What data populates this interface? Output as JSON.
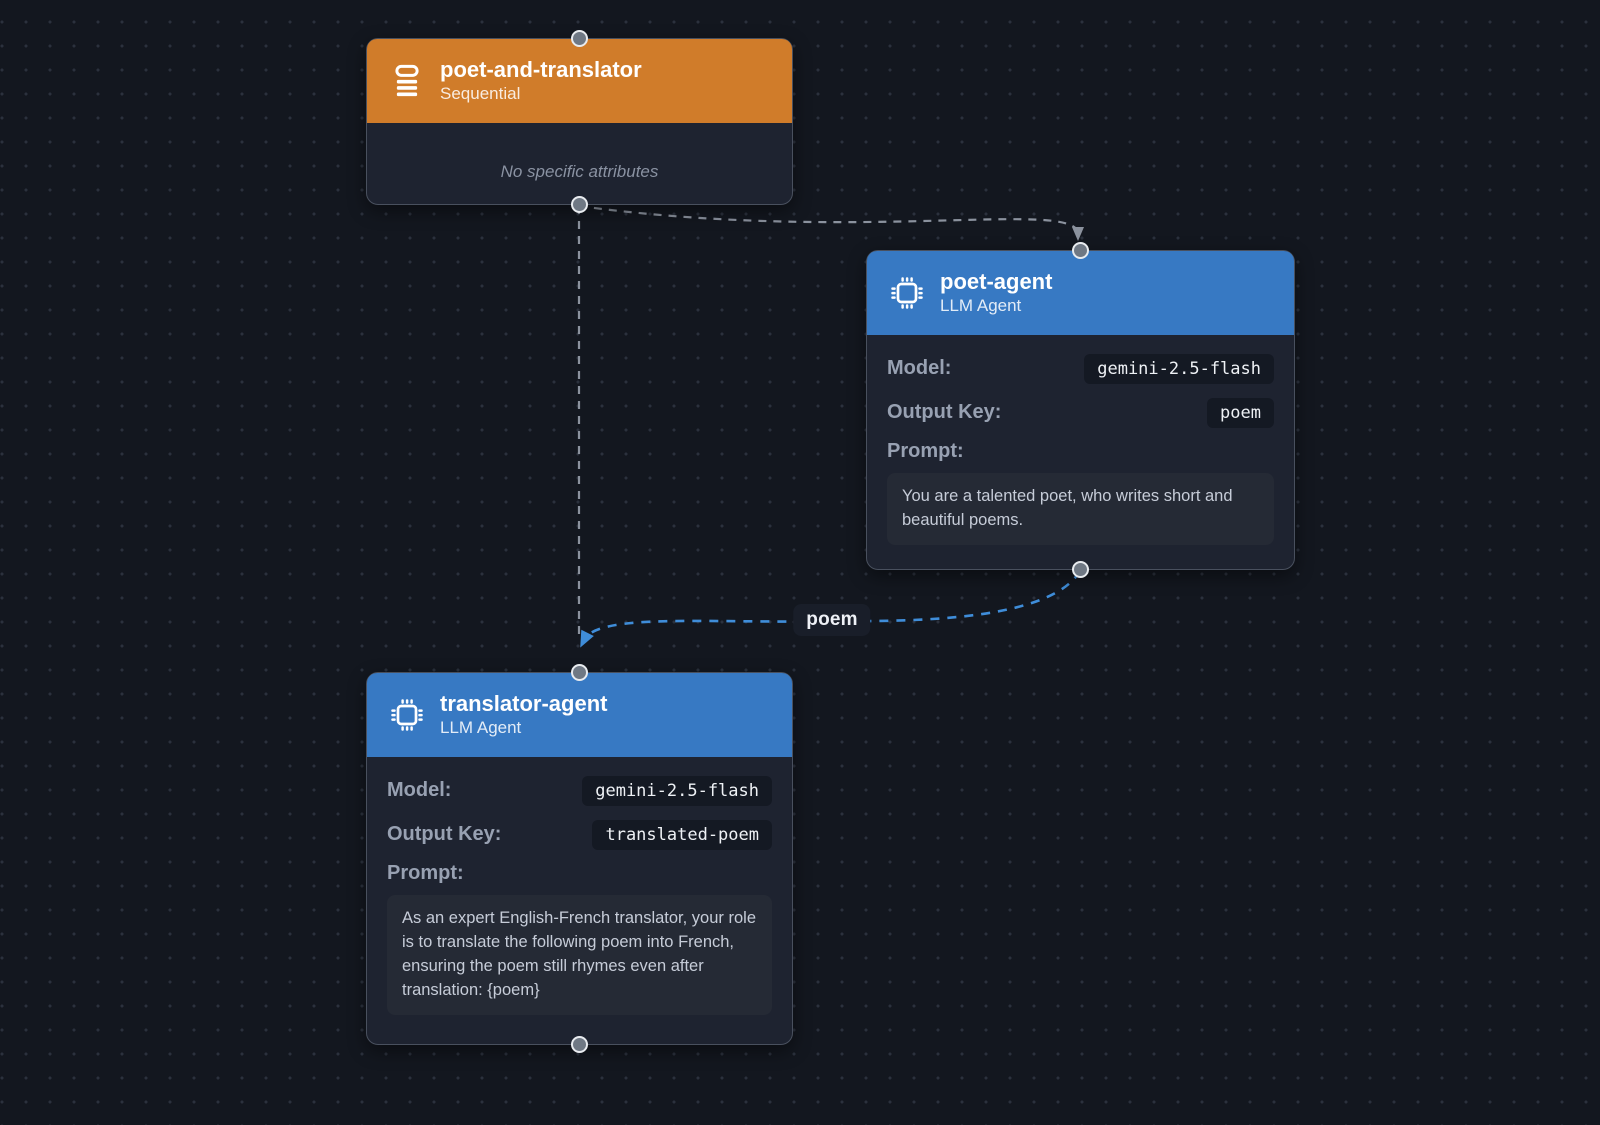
{
  "canvas": {
    "type": "agent-flow-graph"
  },
  "colors": {
    "canvas_bg": "#13171f",
    "canvas_dots": "#2b313d",
    "sequential_header": "#d07c2a",
    "llm_agent_header": "#3779c3",
    "node_body": "#1e2330",
    "edge_default": "#8b929e",
    "edge_data": "#3f8dd9"
  },
  "nodes": [
    {
      "id": "poet-and-translator",
      "title": "poet-and-translator",
      "subtitle": "Sequential",
      "icon": "sequential-list-icon",
      "note": "No specific attributes"
    },
    {
      "id": "poet-agent",
      "title": "poet-agent",
      "subtitle": "LLM Agent",
      "icon": "chip-icon",
      "fields": [
        {
          "label": "Model:",
          "value": "gemini-2.5-flash"
        },
        {
          "label": "Output Key:",
          "value": "poem"
        }
      ],
      "prompt_label": "Prompt:",
      "prompt": "You are a talented poet, who writes short and beautiful poems."
    },
    {
      "id": "translator-agent",
      "title": "translator-agent",
      "subtitle": "LLM Agent",
      "icon": "chip-icon",
      "fields": [
        {
          "label": "Model:",
          "value": "gemini-2.5-flash"
        },
        {
          "label": "Output Key:",
          "value": "translated-poem"
        }
      ],
      "prompt_label": "Prompt:",
      "prompt": "As an expert English-French translator, your role is to translate the following poem into French, ensuring the poem still rhymes even after translation: {poem}"
    }
  ],
  "edges": [
    {
      "from": "poet-and-translator",
      "to": "poet-agent",
      "style": "dashed-gray",
      "label": ""
    },
    {
      "from": "poet-and-translator",
      "to": "translator-agent",
      "style": "dashed-gray",
      "label": ""
    },
    {
      "from": "poet-agent",
      "to": "translator-agent",
      "style": "dashed-blue",
      "label": "poem"
    }
  ]
}
